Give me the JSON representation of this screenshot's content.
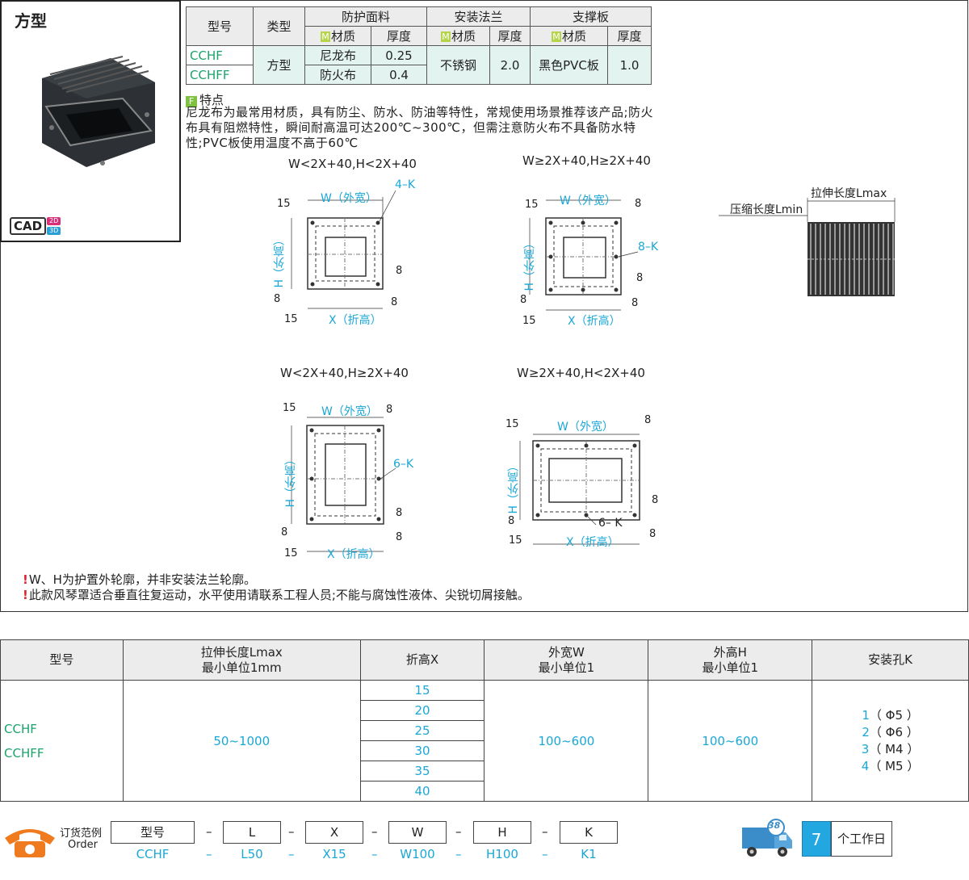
{
  "product": {
    "title": "方型",
    "cad": "CAD",
    "cad_2d": "2D",
    "cad_3d": "3D"
  },
  "spec_table": {
    "h_model": "型号",
    "h_type": "类型",
    "h_cover": "防护面料",
    "h_flange": "安装法兰",
    "h_support": "支撑板",
    "m": "M",
    "h_material": "材质",
    "h_thickness": "厚度",
    "rows": [
      {
        "model": "CCHF",
        "cover_mat": "尼龙布",
        "cover_th": "0.25"
      },
      {
        "model": "CCHFF",
        "cover_mat": "防火布",
        "cover_th": "0.4"
      }
    ],
    "type": "方型",
    "flange_mat": "不锈钢",
    "flange_th": "2.0",
    "support_mat": "黑色PVC板",
    "support_th": "1.0"
  },
  "features": {
    "badge": "F",
    "title": "特点",
    "text": "尼龙布为最常用材质，具有防尘、防水、防油等特性，常规使用场景推荐该产品;防火布具有阻燃特性，瞬间耐高温可达200℃~300℃，但需注意防火布不具备防水特性;PVC板使用温度不高于60℃"
  },
  "diagrams": {
    "d1": {
      "title": "W<2X+40,H<2X+40",
      "holes": "4–K"
    },
    "d2": {
      "title": "W≥2X+40,H≥2X+40",
      "holes": "8–K"
    },
    "d3": {
      "title": "W<2X+40,H≥2X+40",
      "holes": "6–K"
    },
    "d4": {
      "title": "W≥2X+40,H<2X+40",
      "holes": "6– K"
    },
    "w_label": "W（外宽）",
    "h_label": "H（外高）",
    "x_label": "X（折高）",
    "d8": "8",
    "d15": "15",
    "lmax": "拉伸长度Lmax",
    "lmin": "压缩长度Lmin"
  },
  "notes": [
    "W、H为护置外轮廓，并非安装法兰轮廓。",
    "此款风琴罩适合垂直往复运动，水平使用请联系工程人员;不能与腐蚀性液体、尖锐切屑接触。"
  ],
  "selection": {
    "headers": [
      "型号",
      "拉伸长度Lmax\n最小单位1mm",
      "折高X",
      "外宽W\n最小单位1",
      "外高H\n最小单位1",
      "安装孔K"
    ],
    "models": [
      "CCHF",
      "CCHFF"
    ],
    "lmax": "50~1000",
    "fold_heights": [
      "15",
      "20",
      "25",
      "30",
      "35",
      "40"
    ],
    "width": "100~600",
    "height": "100~600",
    "holes": [
      {
        "n": "1",
        "v": "（ Φ5 ）"
      },
      {
        "n": "2",
        "v": "（ Φ6 ）"
      },
      {
        "n": "3",
        "v": "（ M4 ）"
      },
      {
        "n": "4",
        "v": "（ M5 ）"
      }
    ]
  },
  "order": {
    "label": "订货范例",
    "label_en": "Order",
    "fields": [
      "型号",
      "L",
      "X",
      "W",
      "H",
      "K"
    ],
    "values": [
      "CCHF",
      "L50",
      "X15",
      "W100",
      "H100",
      "K1"
    ],
    "sep": "–",
    "lead_days": "7",
    "lead_unit": "个工作日",
    "truck_badge": "38"
  }
}
